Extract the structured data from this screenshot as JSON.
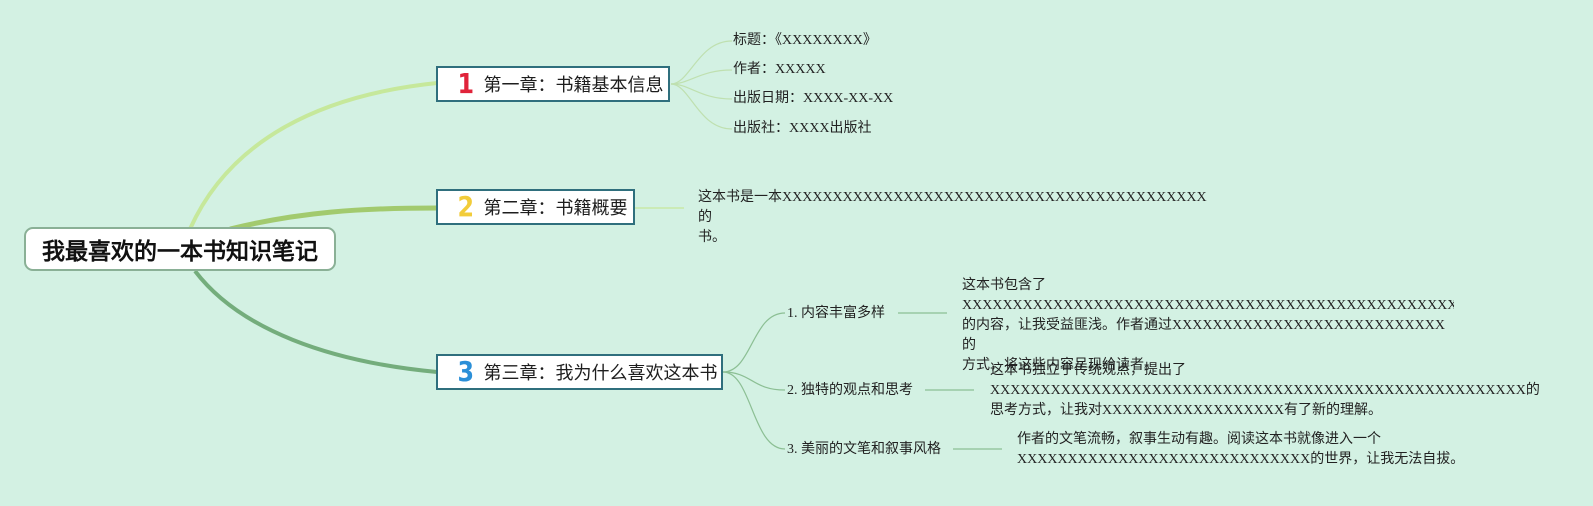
{
  "root": {
    "title": "我最喜欢的一本书知识笔记"
  },
  "chapters": [
    {
      "number": "1",
      "number_color": "#e0233a",
      "title": "第一章：书籍基本信息",
      "items": [
        "标题：《XXXXXXXX》",
        "作者：XXXXX",
        "出版日期：XXXX-XX-XX",
        "出版社：XXXX出版社"
      ]
    },
    {
      "number": "2",
      "number_color": "#f2cc3a",
      "title": "第二章：书籍概要",
      "summary": [
        "这本书是一本XXXXXXXXXXXXXXXXXXXXXXXXXXXXXXXXXXXXXXXXXX的",
        "书。"
      ]
    },
    {
      "number": "3",
      "number_color": "#2b8fd8",
      "title": "第三章：我为什么喜欢这本书",
      "reasons": [
        {
          "label": "1. 内容丰富多样",
          "text": [
            "这本书包含了",
            "XXXXXXXXXXXXXXXXXXXXXXXXXXXXXXXXXXXXXXXXXXXXXXXXXXXX",
            "的内容，让我受益匪浅。作者通过XXXXXXXXXXXXXXXXXXXXXXXXXXX的",
            "方式，将这些内容呈现给读者。"
          ]
        },
        {
          "label": "2. 独特的观点和思考",
          "text": [
            "这本书独立于传统观点，提出了",
            "XXXXXXXXXXXXXXXXXXXXXXXXXXXXXXXXXXXXXXXXXXXXXXXXXXXXX的",
            "思考方式，让我对XXXXXXXXXXXXXXXXXX有了新的理解。"
          ]
        },
        {
          "label": "3. 美丽的文笔和叙事风格",
          "text": [
            "作者的文笔流畅，叙事生动有趣。阅读这本书就像进入一个",
            "XXXXXXXXXXXXXXXXXXXXXXXXXXXXX的世界，让我无法自拔。"
          ]
        }
      ]
    }
  ],
  "colors": {
    "background": "#d3f1e3",
    "branch_1": "#c6e89b",
    "branch_2": "#a2ca6e",
    "branch_3": "#74ad7c",
    "chapter_border": "#2f6f7d"
  }
}
